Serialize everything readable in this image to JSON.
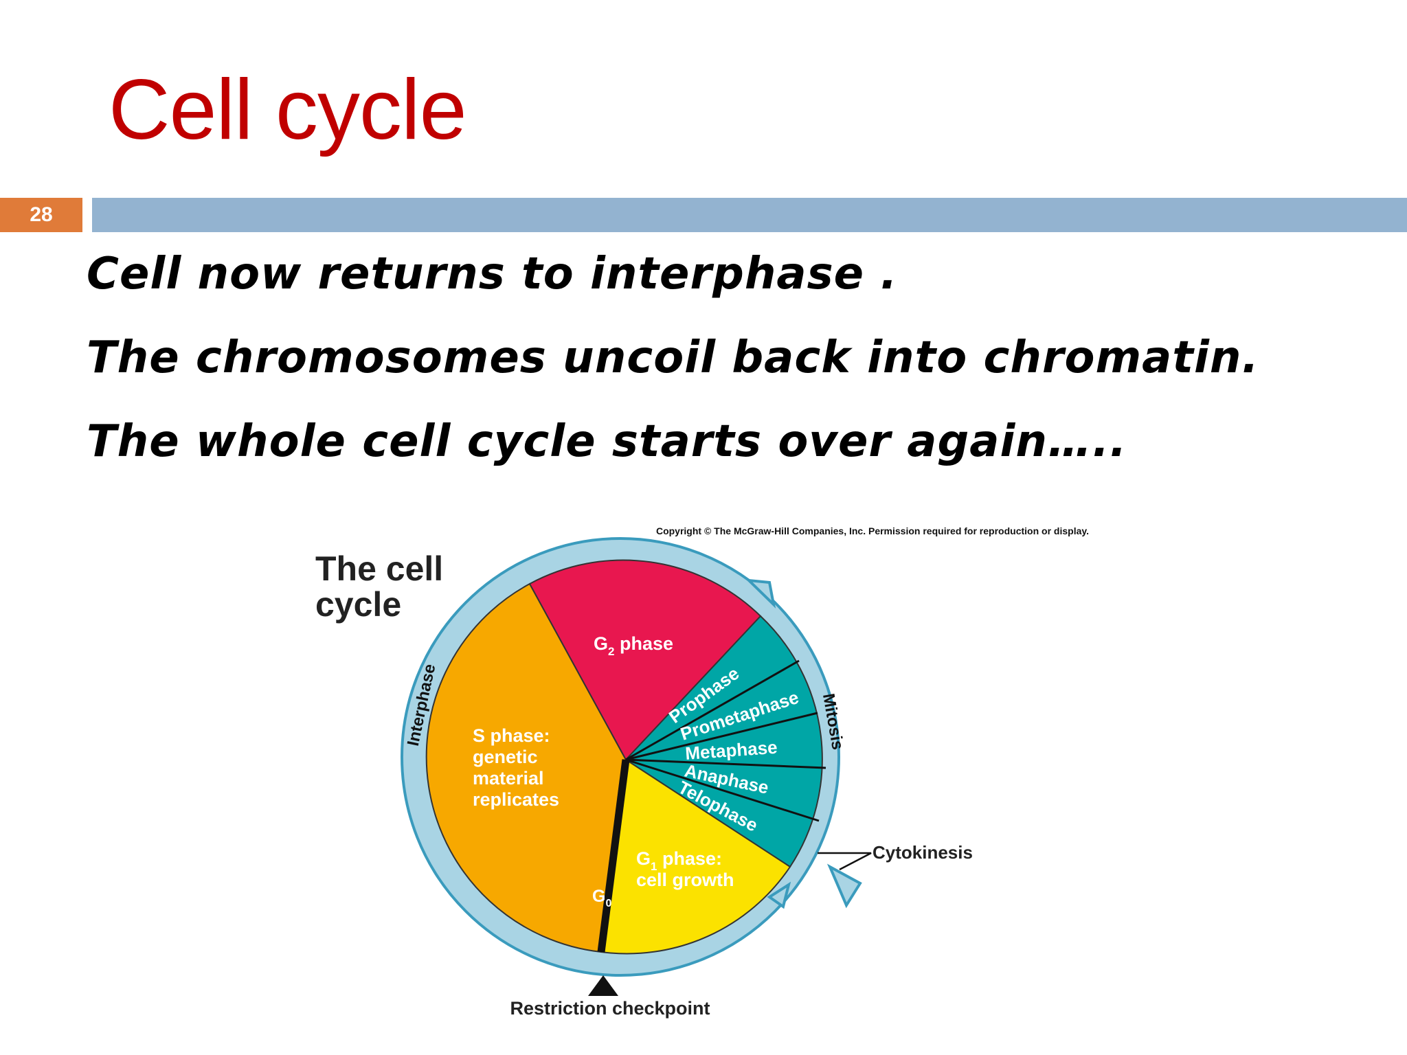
{
  "slide": {
    "title": "Cell cycle",
    "number": "28",
    "lines": [
      "Cell now returns to interphase .",
      "The chromosomes uncoil back into chromatin.",
      "The whole cell cycle starts over again….."
    ]
  },
  "diagram": {
    "copyright": "Copyright © The McGraw-Hill Companies, Inc. Permission required for reproduction or display.",
    "title_line1": "The cell",
    "title_line2": "cycle",
    "interphase": "Interphase",
    "mitosis": "Mitosis",
    "g2_main": "G",
    "g2_sub": "2",
    "g2_rest": " phase",
    "s_phase": [
      "S phase:",
      "genetic",
      "material",
      "replicates"
    ],
    "g1_main": "G",
    "g1_sub": "1",
    "g1_rest": " phase:",
    "g1_line2": "cell growth",
    "g0_main": "G",
    "g0_sub": "0",
    "mitosis_phases": [
      "Prophase",
      "Prometaphase",
      "Metaphase",
      "Anaphase",
      "Telophase"
    ],
    "cytokinesis": "Cytokinesis",
    "restriction": "Restriction checkpoint",
    "colors": {
      "s_phase": "#f7a800",
      "g2_phase": "#e8174f",
      "g1_phase": "#fbe200",
      "mitosis": "#00a6a6",
      "ring": "#a9d4e4",
      "ring_edge": "#3a9bbd",
      "title_red": "#c00000",
      "number_box": "#e07b39",
      "rule_bar": "#93b3d0"
    }
  }
}
